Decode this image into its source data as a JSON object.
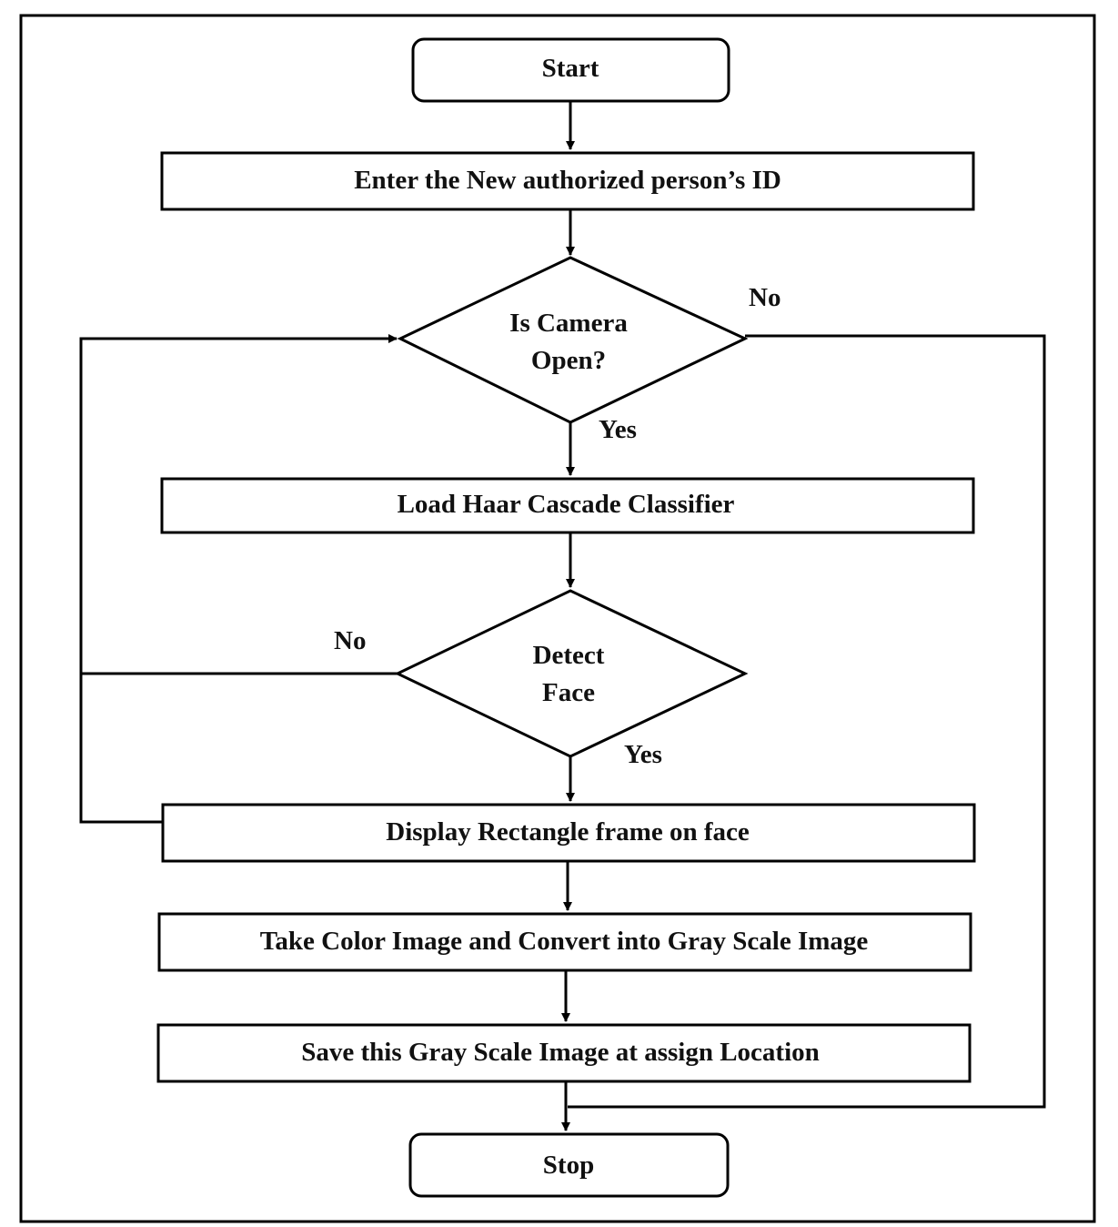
{
  "flowchart": {
    "nodes": {
      "start": "Start",
      "enter_id": "Enter the New authorized person’s ID",
      "camera_line1": "Is Camera",
      "camera_line2": "Open?",
      "load_haar": "Load Haar Cascade Classifier",
      "detect_line1": "Detect",
      "detect_line2": "Face",
      "display_rect": "Display Rectangle frame on face",
      "convert_gray": "Take Color Image and Convert into Gray Scale Image",
      "save_image": "Save this Gray Scale Image at assign Location",
      "stop": "Stop"
    },
    "edge_labels": {
      "camera_no": "No",
      "camera_yes": "Yes",
      "detect_no": "No",
      "detect_yes": "Yes"
    }
  }
}
